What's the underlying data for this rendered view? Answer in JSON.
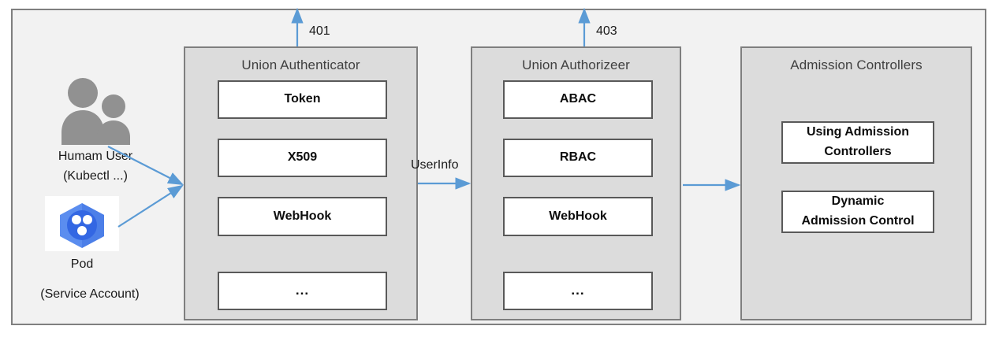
{
  "diagram": {
    "title_hidden": "Kubernetes API request flow: authentication, authorization, admission control",
    "colors": {
      "page_background": "#ffffff",
      "outer_frame_fill": "#f2f2f2",
      "outer_frame_border": "#7f7f7f",
      "panel_fill": "#dcdcdc",
      "panel_border": "#7f7f7f",
      "item_box_fill": "#ffffff",
      "item_box_border": "#595959",
      "arrow_color": "#5b9bd5",
      "people_icon_color": "#919191",
      "pod_hex_color": "#5b8def",
      "pod_circle_color": "#3367e3",
      "text_color": "#1a1a1a",
      "panel_title_color": "#404040"
    }
  },
  "actors": [
    {
      "id": "human-user",
      "icon": "people-icon",
      "label_line1": "Humam User",
      "label_line2": "(Kubectl ...)"
    },
    {
      "id": "pod",
      "icon": "kubernetes-pod-icon",
      "label_line1": "Pod",
      "label_line2": "(Service Account)"
    }
  ],
  "stages": [
    {
      "id": "union-authenticator",
      "title": "Union Authenticator",
      "items": [
        {
          "lines": [
            "Token"
          ]
        },
        {
          "lines": [
            "X509"
          ]
        },
        {
          "lines": [
            "WebHook"
          ]
        },
        {
          "lines": [
            "..."
          ]
        }
      ]
    },
    {
      "id": "union-authorizeer",
      "title": "Union Authorizeer",
      "items": [
        {
          "lines": [
            "ABAC"
          ]
        },
        {
          "lines": [
            "RBAC"
          ]
        },
        {
          "lines": [
            "WebHook"
          ]
        },
        {
          "lines": [
            "..."
          ]
        }
      ]
    },
    {
      "id": "admission-controllers",
      "title": "Admission Controllers",
      "items": [
        {
          "lines": [
            "Using Admission",
            "Controllers"
          ]
        },
        {
          "lines": [
            "Dynamic",
            "Admission Control"
          ]
        }
      ]
    }
  ],
  "connectors": [
    {
      "id": "authenticator-reject",
      "label": "401",
      "direction": "up"
    },
    {
      "id": "authorizer-reject",
      "label": "403",
      "direction": "up"
    },
    {
      "id": "authenticator-to-authorizer",
      "label": "UserInfo",
      "direction": "right"
    },
    {
      "id": "authorizer-to-admission",
      "label": "",
      "direction": "right"
    },
    {
      "id": "human-user-to-authenticator",
      "label": "",
      "direction": "right"
    },
    {
      "id": "pod-to-authenticator",
      "label": "",
      "direction": "right"
    }
  ]
}
